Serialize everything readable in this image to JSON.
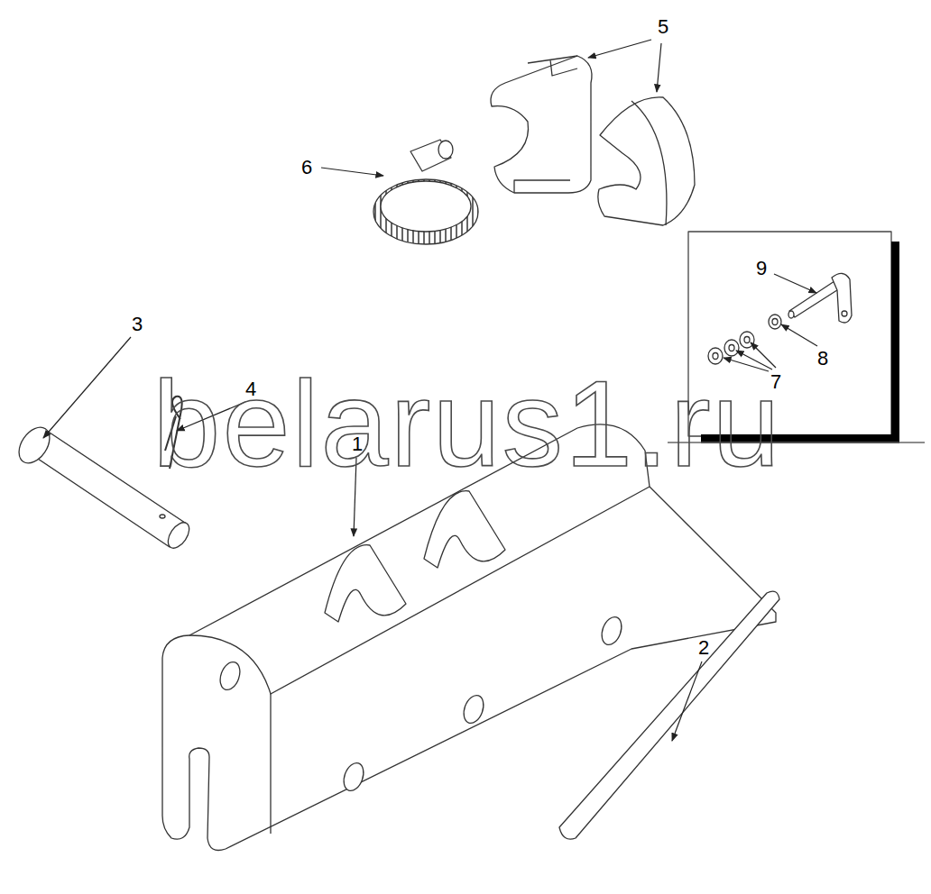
{
  "diagram": {
    "labels": [
      "5",
      "6",
      "9",
      "3",
      "4",
      "belarus1.ru",
      "1",
      "8",
      "7",
      "2"
    ]
  }
}
